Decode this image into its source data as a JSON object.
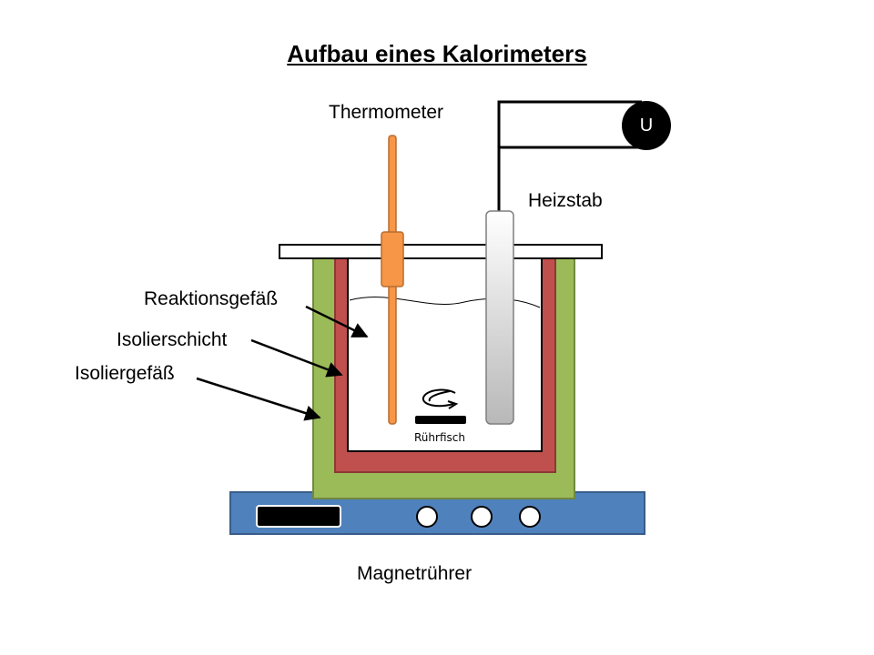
{
  "title": "Aufbau eines Kalorimeters",
  "labels": {
    "thermometer": "Thermometer",
    "heater": "Heizstab",
    "reaction_vessel": "Reaktionsgefäß",
    "insulation_layer": "Isolierschicht",
    "insulation_vessel": "Isoliergefäß",
    "stir_bar": "Rührfisch",
    "magnetic_stirrer": "Magnetrührer",
    "voltage_source": "U"
  },
  "colors": {
    "outer_vessel": "#9bbb59",
    "insulation_layer": "#c0504d",
    "thermometer": "#f79646",
    "stirrer_base": "#4f81bd",
    "voltage_source": "#000000",
    "heater_gradient_light": "#ffffff",
    "heater_gradient_dark": "#bfbfbf"
  }
}
